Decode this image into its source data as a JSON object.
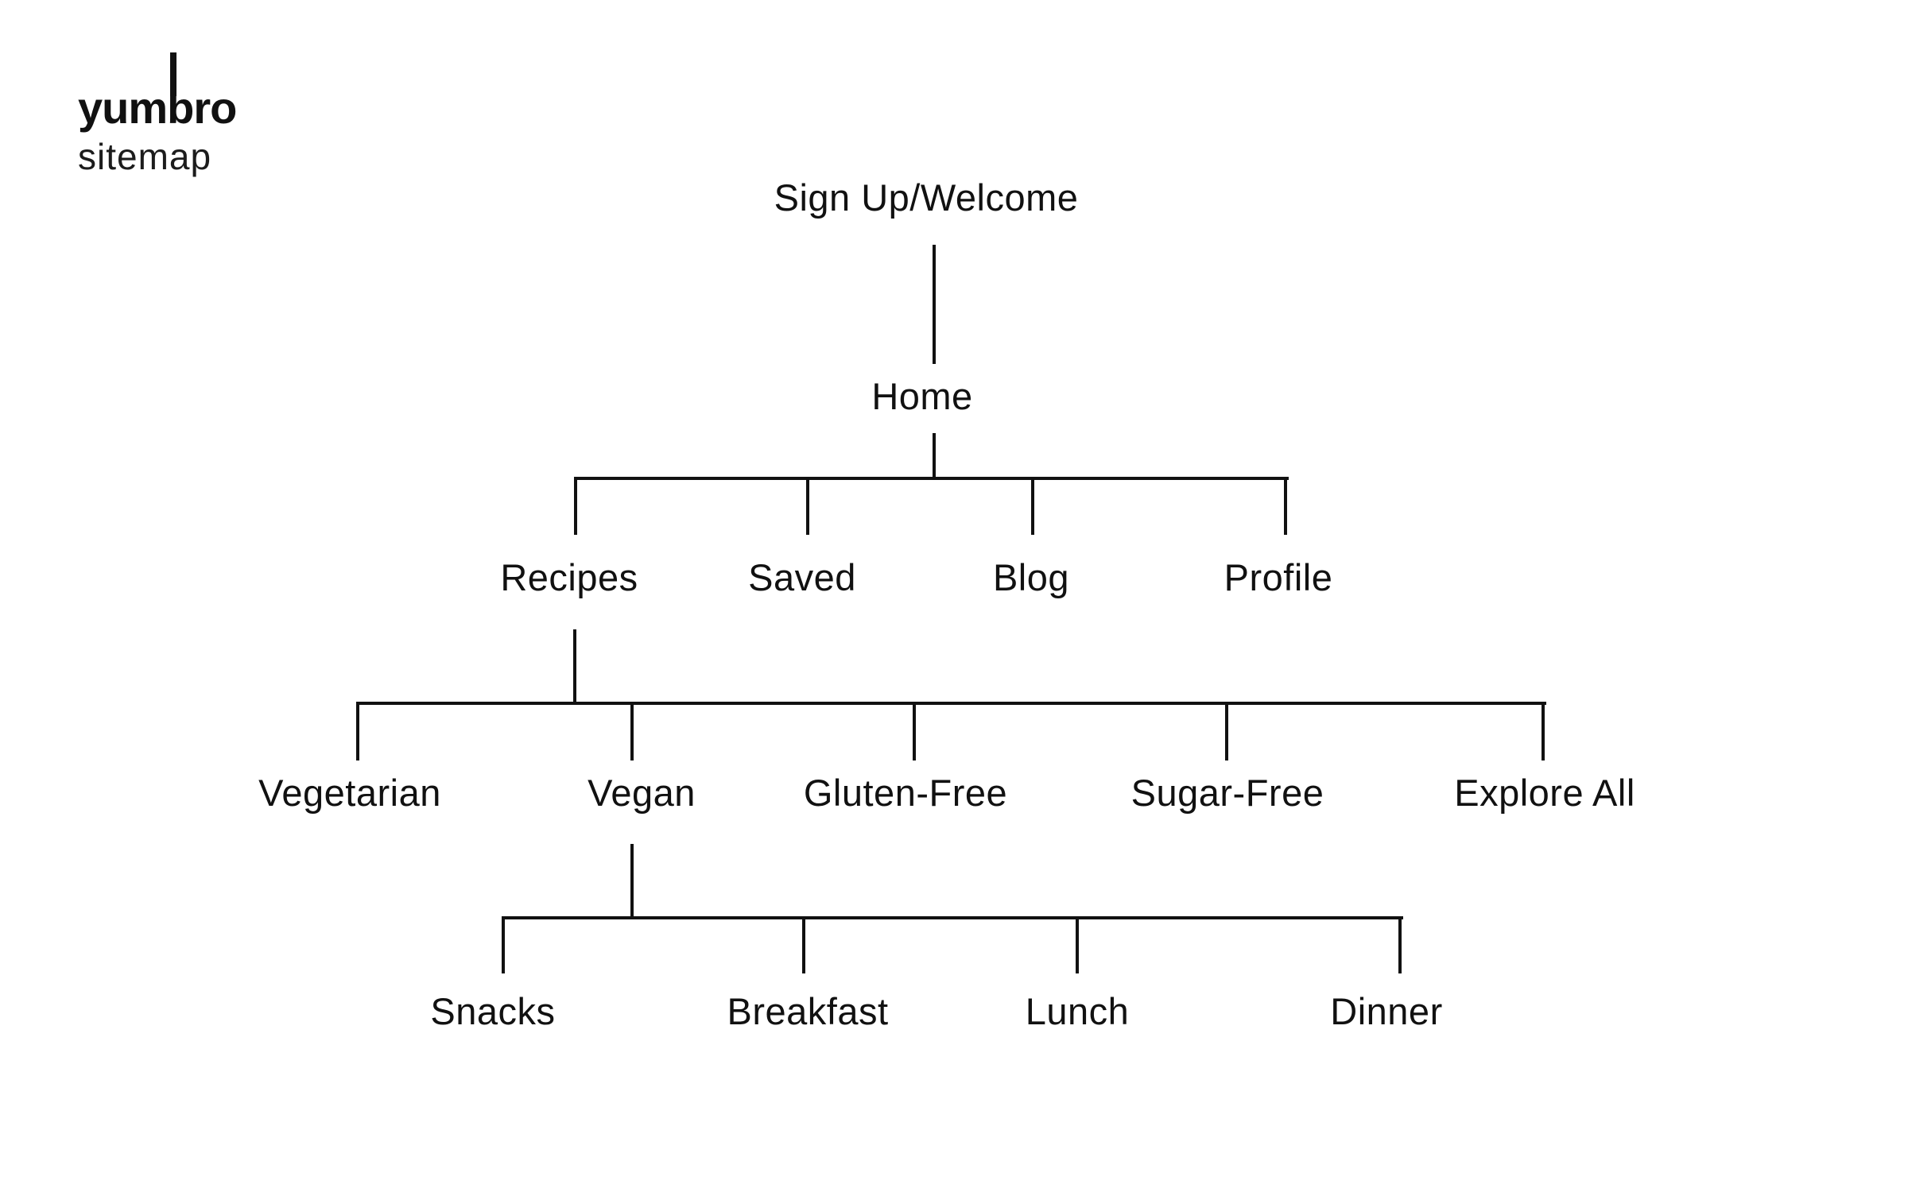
{
  "logo": {
    "brand": "yumbro",
    "subtitle": "sitemap"
  },
  "diagram": {
    "root": {
      "label": "Sign Up/Welcome"
    },
    "home": {
      "label": "Home"
    },
    "home_children": [
      {
        "label": "Recipes"
      },
      {
        "label": "Saved"
      },
      {
        "label": "Blog"
      },
      {
        "label": "Profile"
      }
    ],
    "recipes_children": [
      {
        "label": "Vegetarian"
      },
      {
        "label": "Vegan"
      },
      {
        "label": "Gluten-Free"
      },
      {
        "label": "Sugar-Free"
      },
      {
        "label": "Explore All"
      }
    ],
    "vegan_children": [
      {
        "label": "Snacks"
      },
      {
        "label": "Breakfast"
      },
      {
        "label": "Lunch"
      },
      {
        "label": "Dinner"
      }
    ]
  },
  "colors": {
    "line": "#111111",
    "text": "#111111",
    "background": "#ffffff"
  }
}
